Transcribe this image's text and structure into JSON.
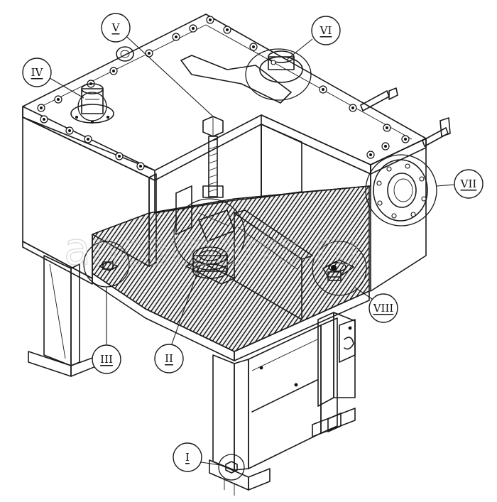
{
  "watermark": "ancatparts.ru",
  "callouts": [
    {
      "label": "I"
    },
    {
      "label": "II"
    },
    {
      "label": "III"
    },
    {
      "label": "IV"
    },
    {
      "label": "V"
    },
    {
      "label": "VI"
    },
    {
      "label": "VII"
    },
    {
      "label": "VIII"
    }
  ]
}
